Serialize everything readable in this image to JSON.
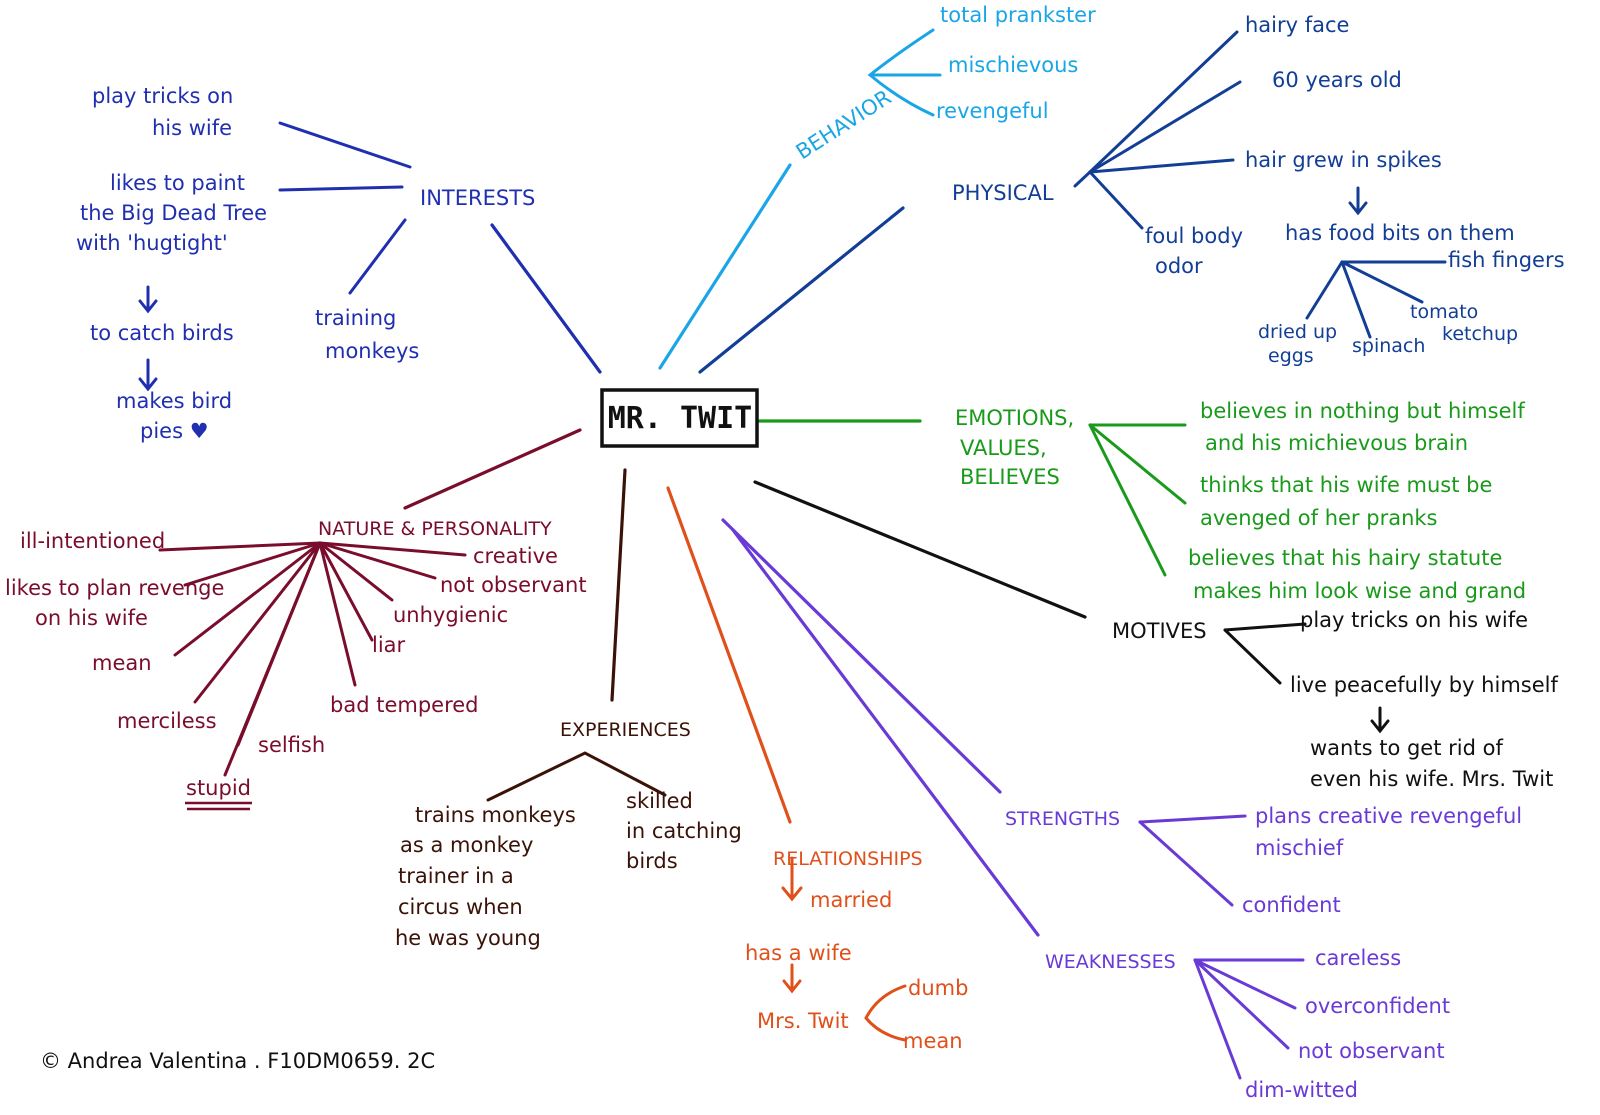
{
  "colors": {
    "black": "#111111",
    "interests": "#1f2fb0",
    "behavior": "#1aa6e6",
    "physical": "#123e96",
    "emotions": "#1a9a1a",
    "nature": "#7a0d2c",
    "experiences": "#3a1208",
    "relationships": "#e0501a",
    "strengths": "#6a3ad6"
  },
  "center": {
    "label": "MR. TWIT"
  },
  "interests": {
    "title": "INTERESTS",
    "play_tricks": [
      "play tricks on",
      "his wife"
    ],
    "paint": [
      "likes to paint",
      "the Big Dead Tree",
      "with 'hugtight'"
    ],
    "catch_birds": "to catch birds",
    "bird_pies": [
      "makes bird",
      "pies ♥"
    ],
    "training": [
      "training",
      "monkeys"
    ]
  },
  "behavior": {
    "title": "BEHAVIOR",
    "items": [
      "total prankster",
      "mischievous",
      "revengeful"
    ]
  },
  "physical": {
    "title": "PHYSICAL",
    "hairy_face": "hairy face",
    "age": "60 years old",
    "spikes": "hair grew in spikes",
    "odor": [
      "foul body",
      "odor"
    ],
    "food_bits": "has food bits on them",
    "fish_fingers": "fish fingers",
    "tomato": [
      "tomato",
      "ketchup"
    ],
    "eggs": [
      "dried up",
      "eggs"
    ],
    "spinach": "spinach"
  },
  "emotions": {
    "title": [
      "EMOTIONS,",
      "VALUES,",
      "BELIEVES"
    ],
    "b1": [
      "believes in nothing but himself",
      "and his michievous brain"
    ],
    "b2": [
      "thinks that his wife must be",
      "avenged of her pranks"
    ],
    "b3": [
      "believes that his hairy statute",
      "makes him look wise and grand"
    ]
  },
  "motives": {
    "title": "MOTIVES",
    "m1": "play tricks on his wife",
    "m2": "live peacefully by himself",
    "m3": [
      "wants to get rid of",
      "even his wife. Mrs. Twit"
    ]
  },
  "nature": {
    "title": "NATURE & PERSONALITY",
    "ill": "ill-intentioned",
    "revenge": [
      "likes to plan revenge",
      "on his wife"
    ],
    "mean": "mean",
    "merciless": "merciless",
    "selfish": "selfish",
    "stupid": "stupid",
    "bad": "bad tempered",
    "liar": "liar",
    "unhygienic": "unhygienic",
    "not_observant": "not observant",
    "creative": "creative"
  },
  "experiences": {
    "title": "EXPERIENCES",
    "left": [
      "trains monkeys",
      "as a monkey",
      "trainer in a",
      "circus when",
      "he was young"
    ],
    "right": [
      "skilled",
      "in catching",
      "birds"
    ]
  },
  "relationships": {
    "title": "RELATIONSHIPS",
    "married": "married",
    "has_wife": "has a wife",
    "mrs": "Mrs. Twit",
    "dumb": "dumb",
    "mean": "mean"
  },
  "strengths": {
    "title": "STRENGTHS",
    "plans": [
      "plans creative revengeful",
      "mischief"
    ],
    "confident": "confident"
  },
  "weaknesses": {
    "title": "WEAKNESSES",
    "items": [
      "careless",
      "overconfident",
      "not observant",
      "dim-witted"
    ]
  },
  "credit": "© Andrea Valentina . F10DM0659. 2C"
}
